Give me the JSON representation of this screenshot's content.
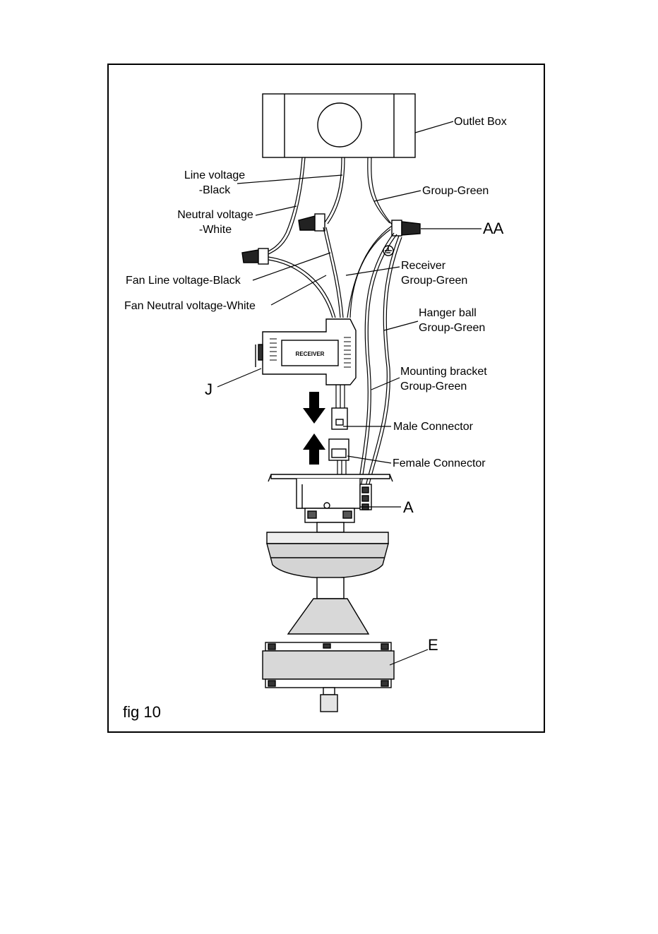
{
  "figure": {
    "caption": "fig 10",
    "labels": {
      "outlet_box": "Outlet Box",
      "line_voltage": [
        "Line voltage",
        "-Black"
      ],
      "group_green": "Group-Green",
      "neutral_voltage": [
        "Neutral voltage",
        "-White"
      ],
      "aa": "AA",
      "fan_line_voltage": "Fan Line voltage-Black",
      "receiver_group_green": [
        "Receiver",
        "Group-Green"
      ],
      "fan_neutral_voltage": "Fan Neutral voltage-White",
      "hanger_ball_group_green": [
        "Hanger ball",
        "Group-Green"
      ],
      "mounting_bracket_group_green": [
        "Mounting bracket",
        "Group-Green"
      ],
      "j": "J",
      "male_connector": "Male Connector",
      "female_connector": "Female Connector",
      "a": "A",
      "e": "E",
      "receiver_box_text": "RECEIVER"
    }
  },
  "colors": {
    "line": "#000000",
    "fill_light": "#e9e9e9",
    "fill_mid": "#cfcfcf",
    "background": "#ffffff"
  }
}
